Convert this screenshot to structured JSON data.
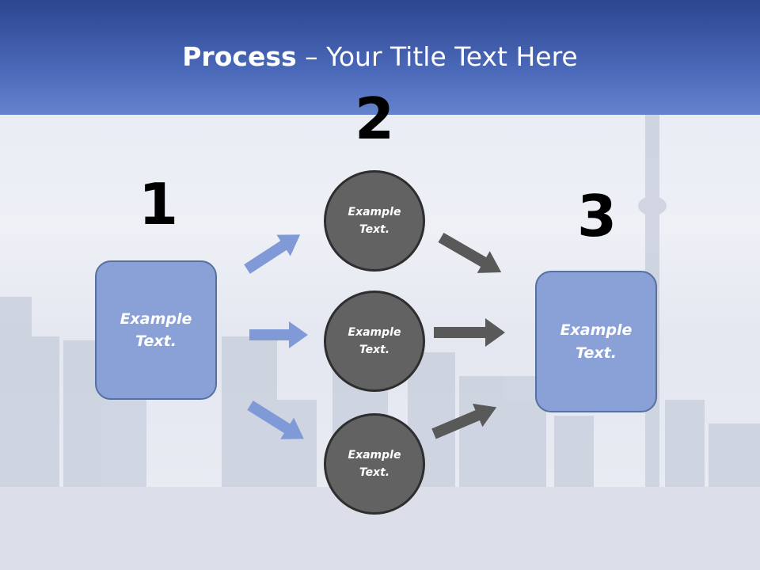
{
  "title": {
    "bold": "Process",
    "rest": " – Your Title Text Here"
  },
  "steps": [
    {
      "number": "1",
      "text_line1": "Example",
      "text_line2": "Text."
    },
    {
      "number": "2",
      "circles": [
        {
          "text_line1": "Example",
          "text_line2": "Text."
        },
        {
          "text_line1": "Example",
          "text_line2": "Text."
        },
        {
          "text_line1": "Example",
          "text_line2": "Text."
        }
      ]
    },
    {
      "number": "3",
      "text_line1": "Example",
      "text_line2": "Text."
    }
  ],
  "colors": {
    "header": "#2c468f",
    "box": "#8aa1d8",
    "circle": "#626262",
    "arrow_blue": "#7f9ad6",
    "arrow_gray": "#595959"
  }
}
